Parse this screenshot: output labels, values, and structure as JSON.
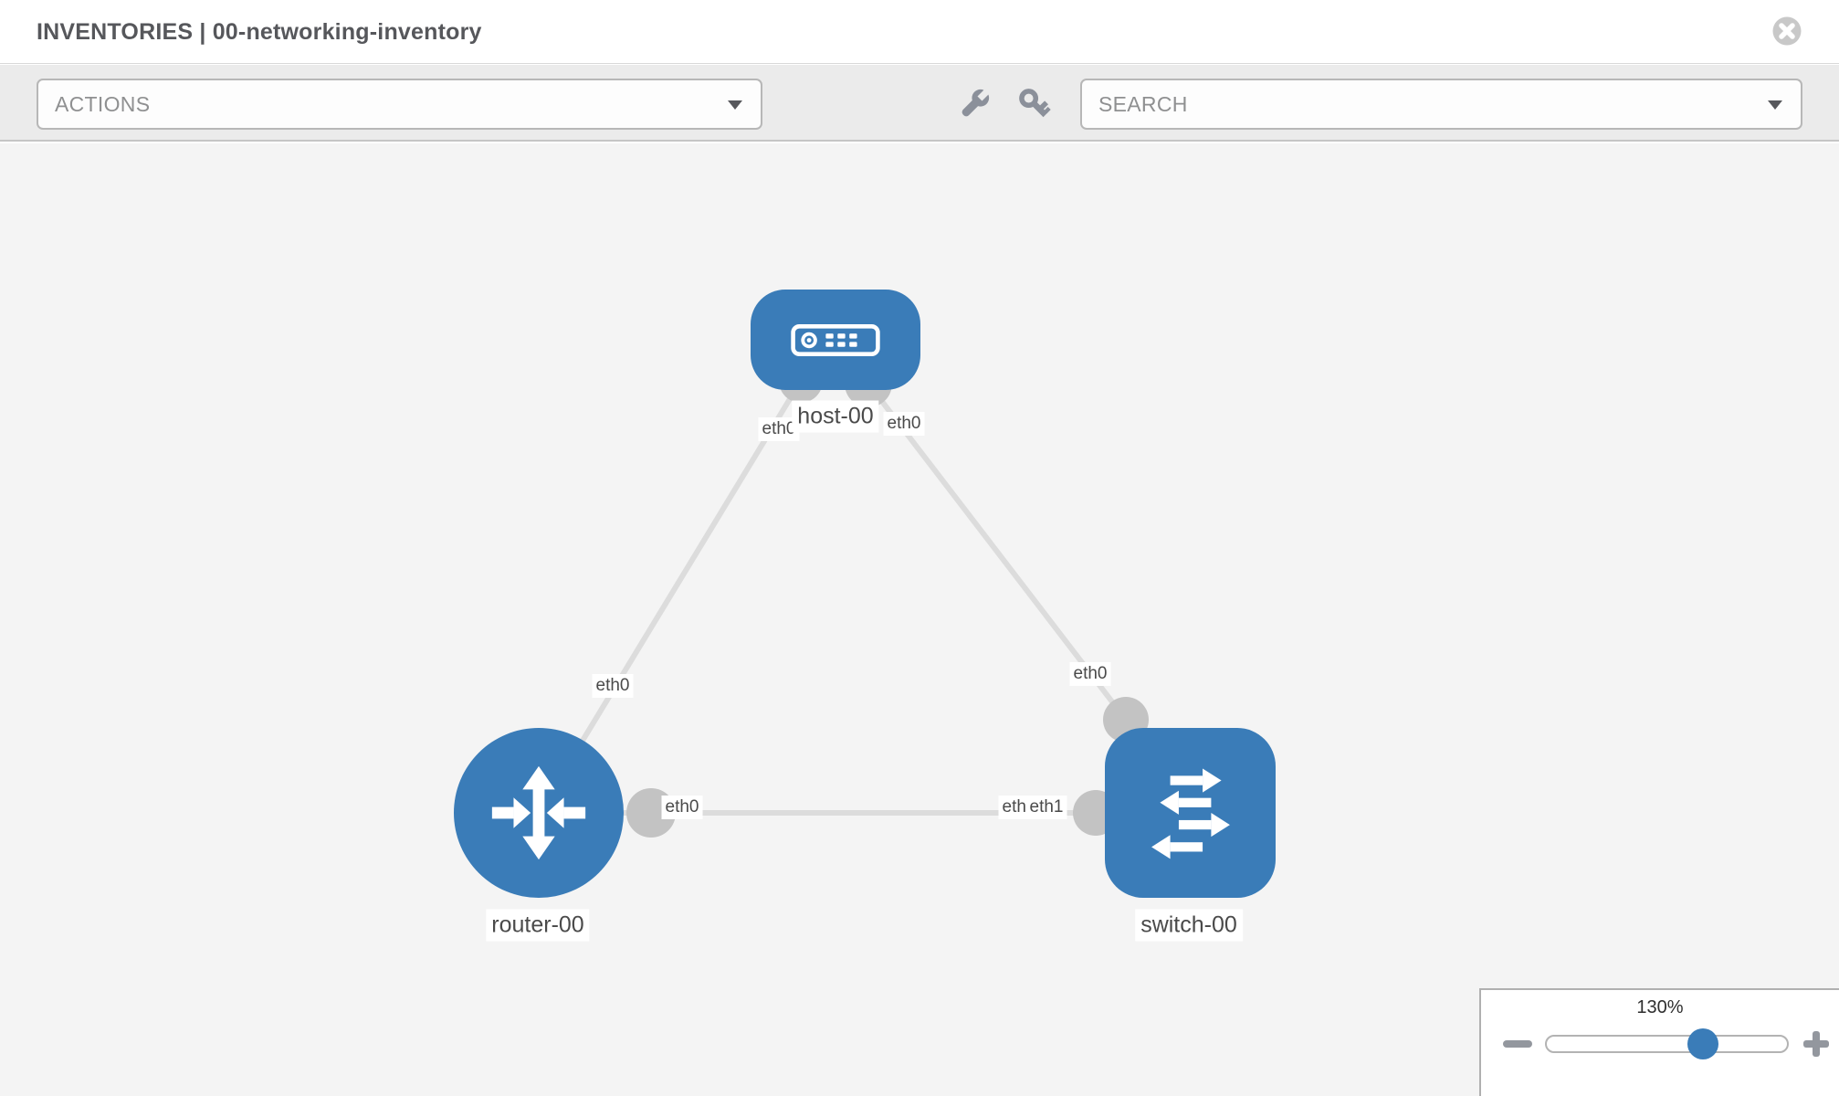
{
  "header": {
    "title": "INVENTORIES | 00-networking-inventory"
  },
  "toolbar": {
    "actions": {
      "label": "ACTIONS"
    },
    "search": {
      "label": "SEARCH"
    },
    "icons": [
      "wrench-icon",
      "key-icon"
    ]
  },
  "topology": {
    "nodes": [
      {
        "label": "host-00",
        "type": "host"
      },
      {
        "label": "router-00",
        "type": "router"
      },
      {
        "label": "switch-00",
        "type": "switch"
      }
    ],
    "links": [
      {
        "from": "host-00",
        "from_if": "eth0",
        "to": "router-00",
        "to_if": "eth0"
      },
      {
        "from": "host-00",
        "from_if": "eth0",
        "to": "switch-00",
        "to_if": "eth0"
      },
      {
        "from": "router-00",
        "from_if": "eth0",
        "to": "switch-00",
        "to_if": "eth1",
        "ghost_if": "eth0"
      }
    ]
  },
  "zoom": {
    "level": "130%"
  },
  "colors": {
    "accent_blue": "#3a7cb8",
    "link_gray": "#dcdcdc",
    "port_gray": "#c3c3c3",
    "canvas_bg": "#f4f4f4",
    "toolbar_bg": "#ebebeb"
  }
}
